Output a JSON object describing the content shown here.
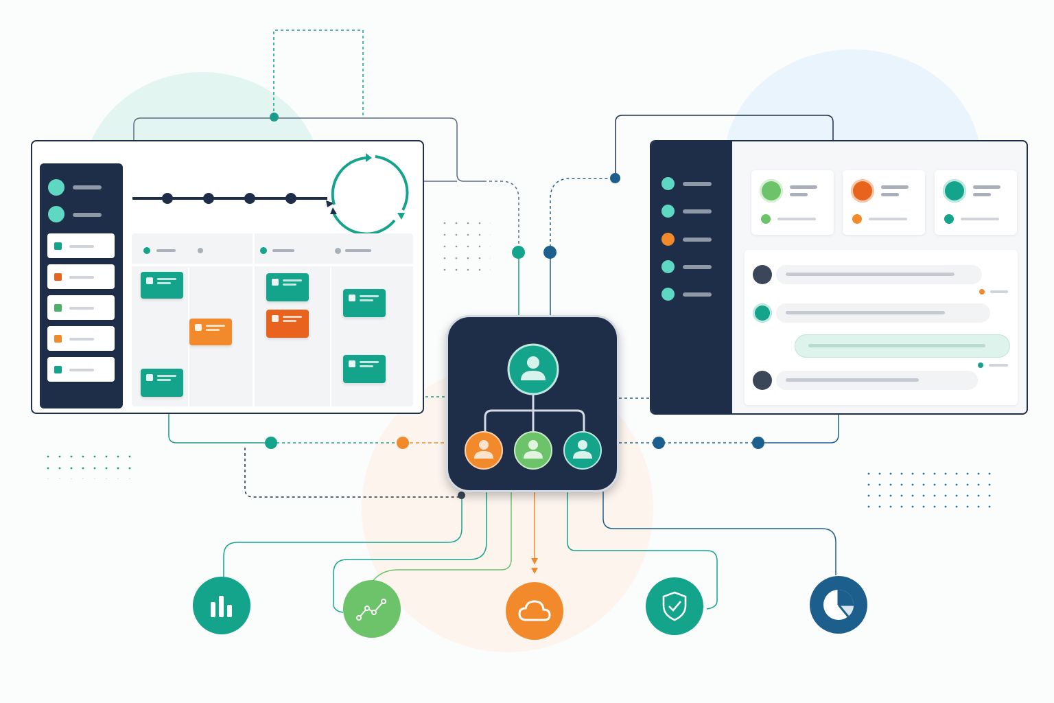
{
  "colors": {
    "navy": "#1f2e48",
    "teal": "#14a38b",
    "mint": "#5ed8c3",
    "green": "#6cc36a",
    "orange": "#f28a2b",
    "deep_orange": "#e8641e",
    "blue": "#1d5f8c"
  },
  "left_window": {
    "sidebar_items": [
      "teal-dot",
      "teal-dot",
      "teal-task",
      "orange-task",
      "green-task",
      "orange-task",
      "teal-task"
    ],
    "timeline_milestones": 4,
    "board_columns": 4
  },
  "right_window": {
    "sidebar_dots": [
      "mint",
      "mint",
      "orange",
      "mint",
      "mint"
    ],
    "profile_cards": [
      "green",
      "orange",
      "teal"
    ],
    "messages": 4
  },
  "hub": {
    "icon": "org-chart-icon",
    "root_node": "teal",
    "child_nodes": [
      "orange",
      "green",
      "teal"
    ]
  },
  "bottom_icons": [
    {
      "name": "bar-chart-icon",
      "color": "#14a38b"
    },
    {
      "name": "trend-line-icon",
      "color": "#6cc36a"
    },
    {
      "name": "cloud-icon",
      "color": "#f28a2b"
    },
    {
      "name": "shield-check-icon",
      "color": "#14a38b"
    },
    {
      "name": "pie-chart-icon",
      "color": "#1d5f8c"
    }
  ]
}
